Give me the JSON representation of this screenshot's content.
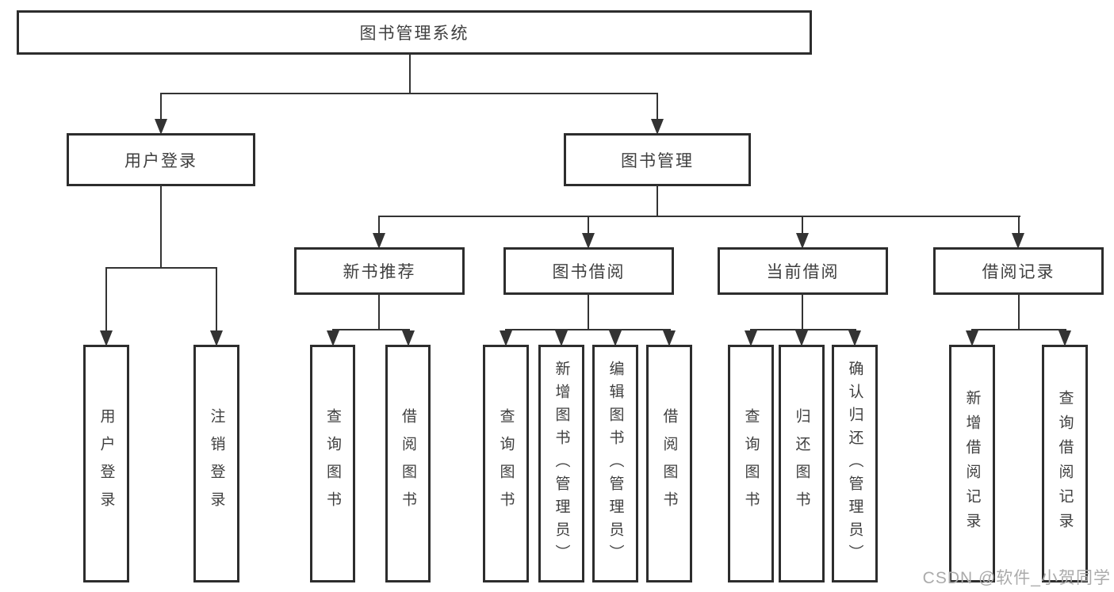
{
  "colors": {
    "line": "#333333",
    "border": "#2d2d2d",
    "text": "#3f3f3f",
    "watermark": "#ababab",
    "bg": "#ffffff"
  },
  "diagram": {
    "root": {
      "label": "图书管理系统"
    },
    "level2": [
      {
        "label": "用户登录",
        "leaves": [
          "用户登录",
          "注销登录"
        ]
      },
      {
        "label": "图书管理",
        "groups": [
          {
            "label": "新书推荐",
            "leaves": [
              "查询图书",
              "借阅图书"
            ]
          },
          {
            "label": "图书借阅",
            "leaves": [
              "查询图书",
              "新增图书（管理员）",
              "编辑图书（管理员）",
              "借阅图书"
            ]
          },
          {
            "label": "当前借阅",
            "leaves": [
              "查询图书",
              "归还图书",
              "确认归还（管理员）"
            ]
          },
          {
            "label": "借阅记录",
            "leaves": [
              "新增借阅记录",
              "查询借阅记录"
            ]
          }
        ]
      }
    ]
  },
  "watermark": {
    "text": "CSDN @软件_小贺同学"
  }
}
